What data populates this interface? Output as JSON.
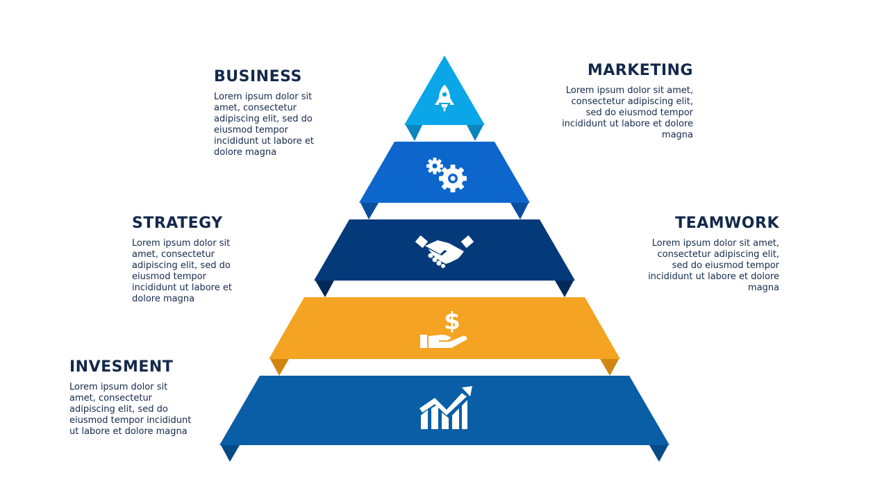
{
  "colors": {
    "text": "#13294b",
    "tier1": "#0aa6e8",
    "tier1_fold": "#0a86bd",
    "tier2": "#0d66cc",
    "tier2_fold": "#0a4f9e",
    "tier3": "#053a7a",
    "tier3_fold": "#032a5a",
    "tier4": "#f4a422",
    "tier4_fold": "#d08610",
    "tier5": "#0a5ea6",
    "tier5_fold": "#074a85"
  },
  "tiers": [
    {
      "icon": "rocket-icon"
    },
    {
      "icon": "gears-icon"
    },
    {
      "icon": "handshake-icon"
    },
    {
      "icon": "hand-dollar-icon"
    },
    {
      "icon": "growth-chart-icon"
    }
  ],
  "labels": {
    "business": {
      "title": "BUSINESS",
      "text": "Lorem ipsum dolor sit\namet,  consectetur\nadipiscing elit, sed do\neiusmod tempor\nincididunt ut labore et\ndolore magna"
    },
    "marketing": {
      "title": "MARKETING",
      "text": "Lorem ipsum dolor sit amet,\nconsectetur adipiscing elit,\nsed do eiusmod tempor\nincididunt ut labore et dolore\nmagna"
    },
    "strategy": {
      "title": "STRATEGY",
      "text": "Lorem ipsum dolor sit\namet,  consectetur\nadipiscing elit, sed do\neiusmod tempor\nincididunt ut labore et\ndolore magna"
    },
    "teamwork": {
      "title": "TEAMWORK",
      "text": "Lorem ipsum dolor sit amet,\nconsectetur adipiscing elit,\nsed do eiusmod tempor\nincididunt ut labore et dolore\nmagna"
    },
    "invesment": {
      "title": "INVESMENT",
      "text": "Lorem ipsum dolor sit\namet, consectetur\nadipiscing elit, sed do\neiusmod tempor incididunt\nut labore et dolore magna"
    }
  }
}
